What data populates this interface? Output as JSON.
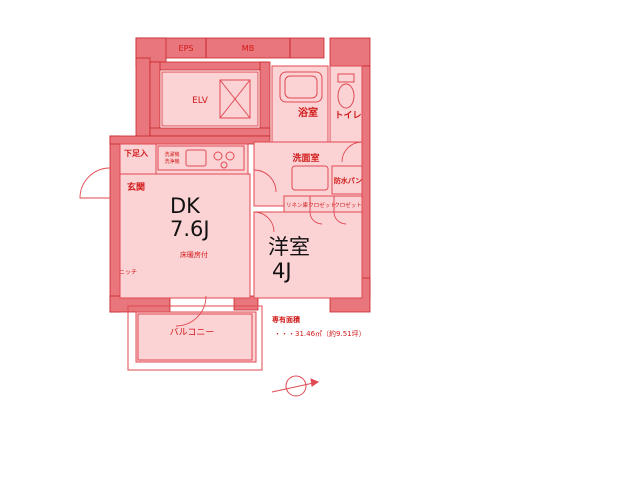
{
  "colors": {
    "wall": "#e8767c",
    "wall_dark": "#c8262b",
    "fill": "#fbd3d5",
    "line": "#e04a52",
    "text": "#d21a1a",
    "big_text": "#111111"
  },
  "shafts": {
    "eps": "EPS",
    "mb": "MB"
  },
  "rooms": {
    "elevator": "ELV",
    "bath": "浴室",
    "toilet": "トイレ",
    "washroom": "洗面室",
    "waterproof_pan": "防水パン",
    "shoe_box": "下足入",
    "entrance": "玄関",
    "dk_name": "DK",
    "dk_size": "7.6J",
    "floor_heating": "床暖房付",
    "western_name": "洋室",
    "western_size": "4J",
    "balcony": "バルコニー",
    "niche": "ニッチ",
    "linen": "リネン庫",
    "closet_1": "クロゼット",
    "closet_2": "クロゼット",
    "dishwasher_1": "洗濯機",
    "dishwasher_2": "洗浄機"
  },
  "area": {
    "title": "専有面積",
    "value": "・・・31.46㎡（約9.51坪）"
  }
}
